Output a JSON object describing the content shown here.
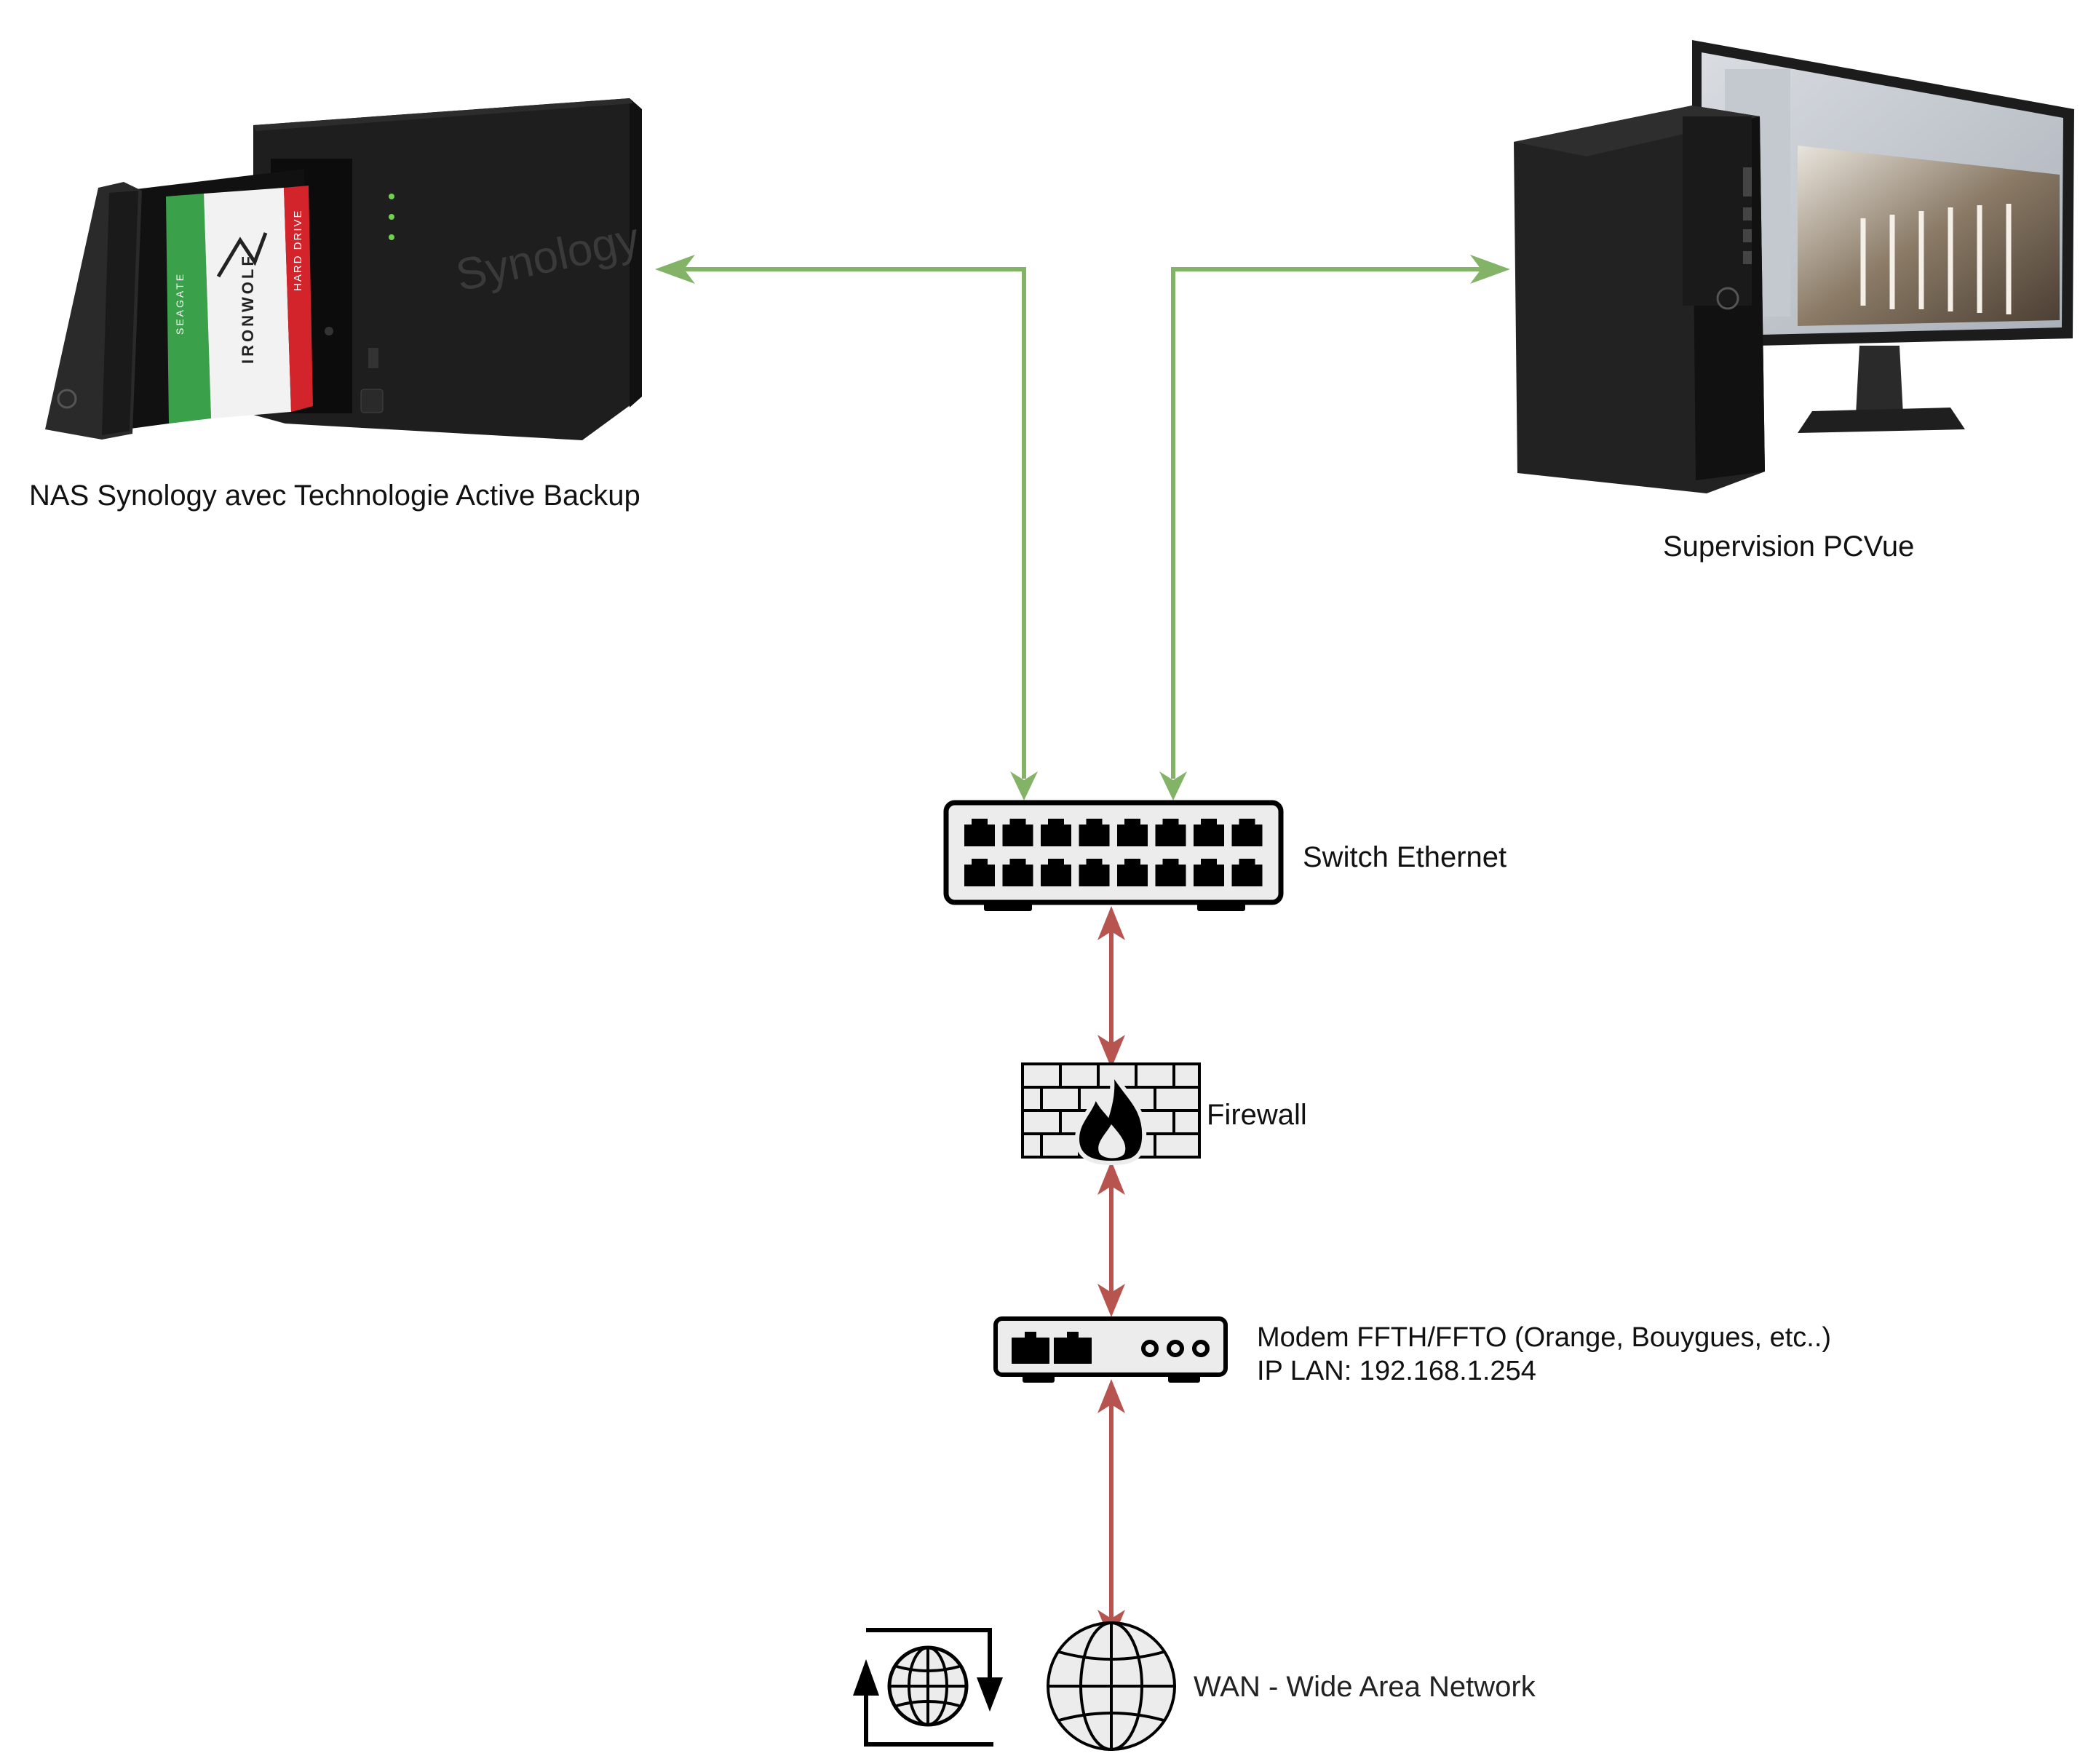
{
  "labels": {
    "nas": "NAS Synology avec Technologie Active Backup",
    "pc": "Supervision PCVue",
    "switch": "Switch Ethernet",
    "firewall": "Firewall",
    "modem_line1": "Modem FFTH/FFTO (Orange, Bouygues, etc..)",
    "modem_line2": "IP LAN: 192.168.1.254",
    "wan": "WAN - Wide Area Network"
  },
  "device_text": {
    "nas_brand": "Synology",
    "drive_brand": "SEAGATE",
    "drive_model": "IRONWOLF",
    "drive_type": "HARD DRIVE"
  },
  "colors": {
    "lan_link": "#82b366",
    "wan_link": "#b85450",
    "icon_stroke": "#000000",
    "icon_fill": "#ececec"
  },
  "icons": [
    "nas-device-image",
    "desktop-pc-image",
    "ethernet-switch-icon",
    "firewall-icon",
    "modem-icon",
    "wan-globe-icon",
    "wan-sync-icon"
  ]
}
